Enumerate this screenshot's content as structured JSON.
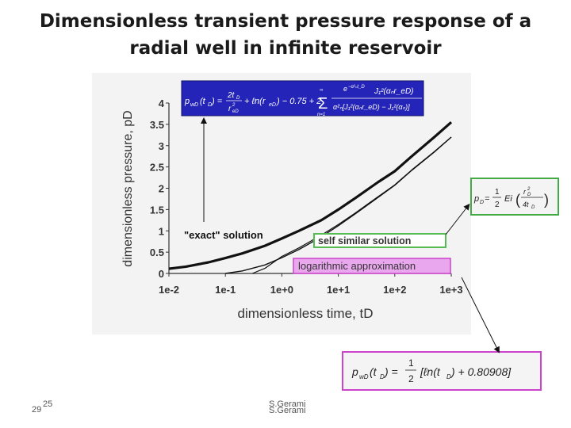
{
  "slide": {
    "title_line1": "Dimensionless transient pressure response of a",
    "title_line2": "radial well in infinite reservoir",
    "page_number_a": "25",
    "page_number_b": "29",
    "author_a": "S.Gerami",
    "author_b": "S.Gerami"
  },
  "chart_data": {
    "type": "line",
    "xlabel": "dimensionless time, tD",
    "ylabel": "dimensionless pressure, pD",
    "xscale": "log",
    "xlim": [
      0.01,
      1000
    ],
    "ylim": [
      0,
      4
    ],
    "x_ticks": [
      "1e-2",
      "1e-1",
      "1e+0",
      "1e+1",
      "1e+2",
      "1e+3"
    ],
    "y_ticks": [
      "0",
      "0.5",
      "1",
      "1.5",
      "2",
      "2.5",
      "3",
      "3.5",
      "4"
    ],
    "grid": false,
    "series": [
      {
        "name": "\"exact\" solution",
        "x": [
          0.01,
          0.02,
          0.05,
          0.1,
          0.2,
          0.5,
          1,
          2,
          5,
          10,
          20,
          50,
          100,
          200,
          500,
          1000
        ],
        "y": [
          0.11,
          0.16,
          0.26,
          0.36,
          0.47,
          0.65,
          0.82,
          1.0,
          1.25,
          1.5,
          1.77,
          2.14,
          2.4,
          2.75,
          3.2,
          3.55
        ]
      },
      {
        "name": "self similar solution",
        "x": [
          0.1,
          0.2,
          0.5,
          1,
          2,
          5,
          10,
          20,
          50,
          100,
          200,
          500,
          1000
        ],
        "y": [
          0.0,
          0.06,
          0.2,
          0.37,
          0.56,
          0.86,
          1.12,
          1.4,
          1.78,
          2.07,
          2.42,
          2.85,
          3.2
        ]
      },
      {
        "name": "logarithmic approximation",
        "x": [
          0.3,
          0.5,
          1,
          2,
          5,
          10,
          20,
          50,
          100,
          200,
          500,
          1000
        ],
        "y": [
          0.0,
          0.12,
          0.4,
          0.6,
          0.9,
          1.15,
          1.42,
          1.8,
          2.08,
          2.43,
          2.86,
          3.2
        ]
      }
    ],
    "annotations": [
      "\"exact\" solution",
      "self similar solution",
      "logarithmic approximation"
    ]
  }
}
